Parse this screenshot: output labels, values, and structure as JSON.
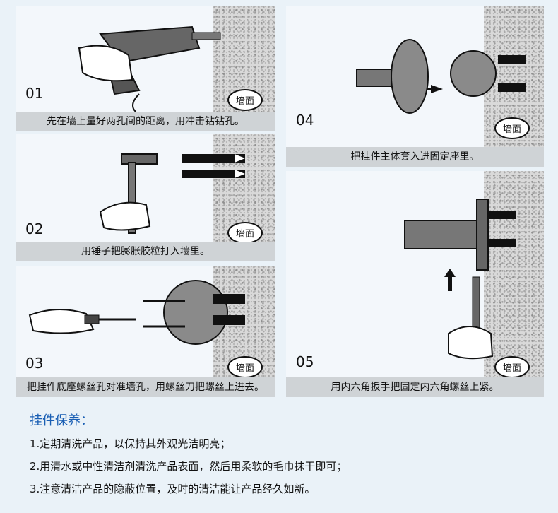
{
  "steps": [
    {
      "num": "01",
      "caption": "先在墙上量好两孔间的距离，用冲击钻钻孔。",
      "wall_label": "墙面"
    },
    {
      "num": "02",
      "caption": "用锤子把膨胀胶粒打入墙里。",
      "wall_label": "墙面"
    },
    {
      "num": "03",
      "caption": "把挂件底座螺丝孔对准墙孔，用螺丝刀把螺丝上进去。",
      "wall_label": "墙面"
    },
    {
      "num": "04",
      "caption": "把挂件主体套入进固定座里。",
      "wall_label": "墙面"
    },
    {
      "num": "05",
      "caption": "用内六角扳手把固定内六角螺丝上紧。",
      "wall_label": "墙面"
    }
  ],
  "care": {
    "title": "挂件保养：",
    "items": [
      "1.定期清洗产品，以保持其外观光洁明亮；",
      "2.用清水或中性清洁剂清洗产品表面，然后用柔软的毛巾抹干即可；",
      "3.注意清洁产品的隐蔽位置，及时的清洁能让产品经久如新。"
    ]
  },
  "colors": {
    "accent": "#1a5fb4",
    "caption_bg": "#cfd3d6"
  }
}
